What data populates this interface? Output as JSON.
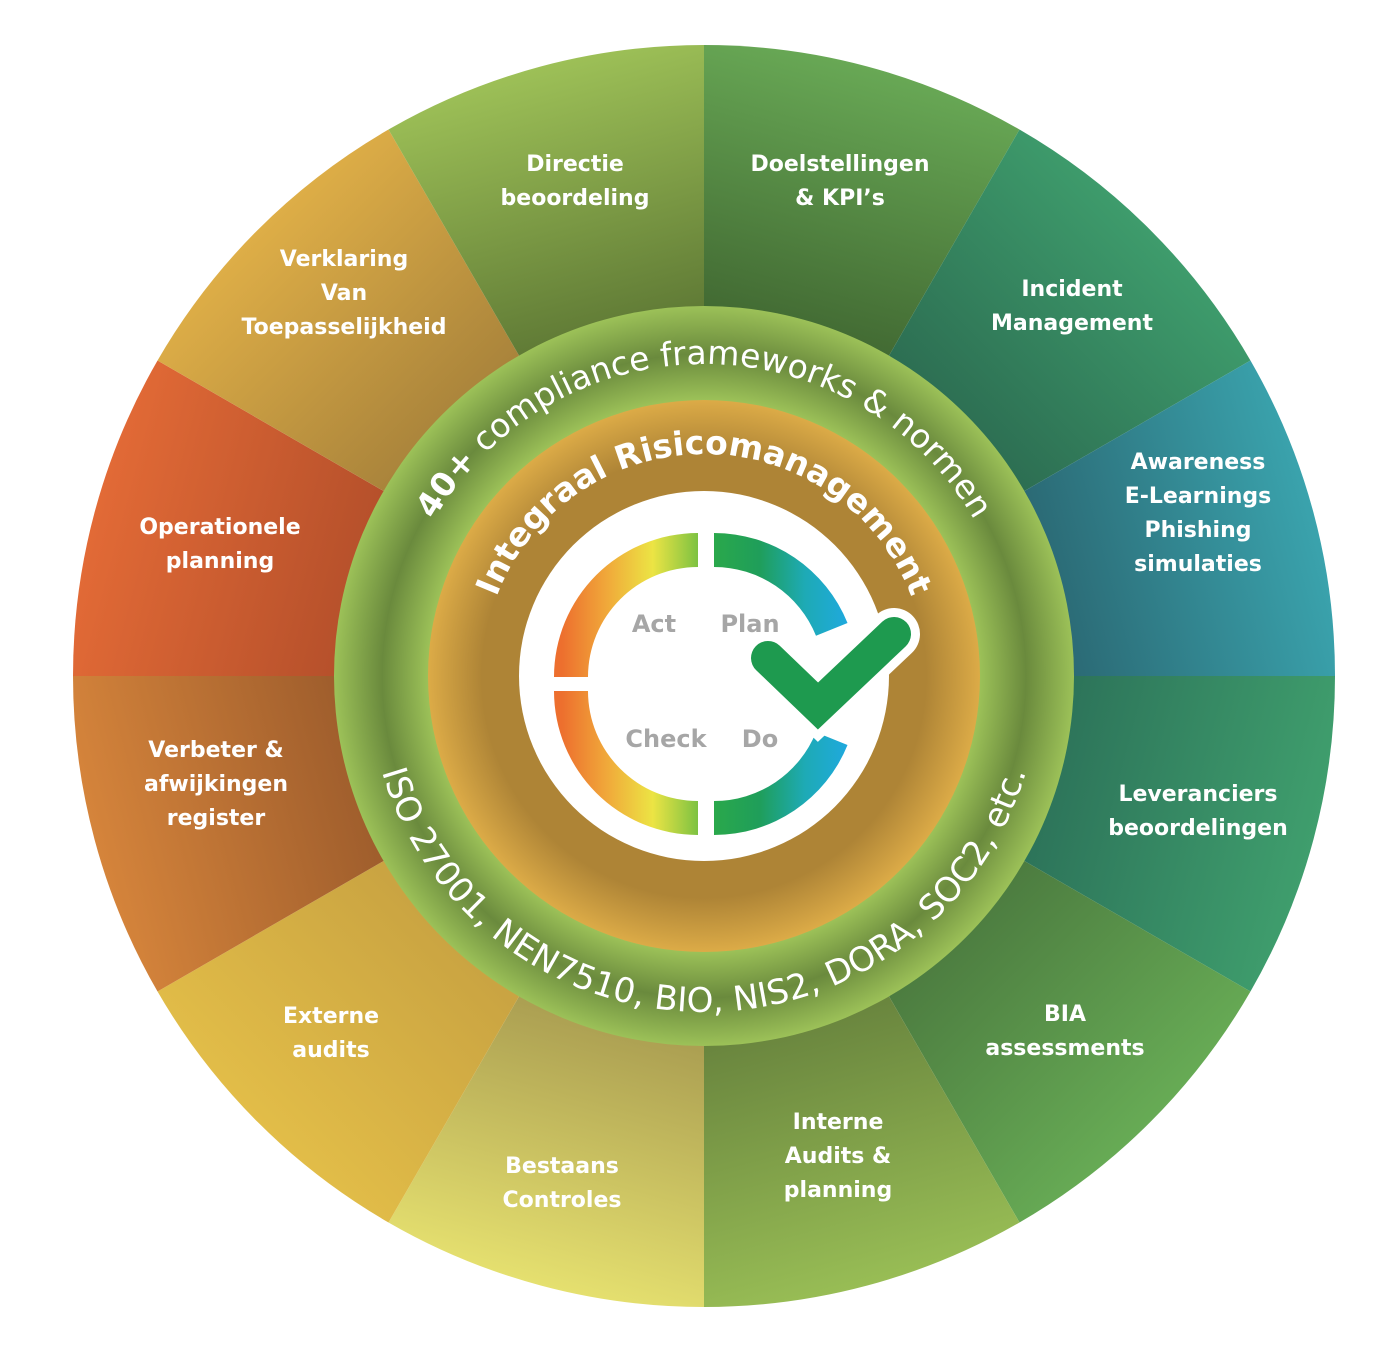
{
  "diagram": {
    "title": "Integraal Risicomanagement",
    "outer_ring_top_text": "40+ compliance frameworks & normen",
    "outer_ring_top_bold_prefix": "40+",
    "outer_ring_bottom_text": "ISO 27001, NEN7510, BIO, NIS2, DORA, SOC2, etc.",
    "inner_ring_text": "Integraal Risicomanagement",
    "pdca": {
      "labels": {
        "act": "Act",
        "plan": "Plan",
        "check": "Check",
        "do": "Do"
      },
      "icon": "checkmark-icon",
      "check_color": "#1e9a4f"
    },
    "segments": [
      {
        "id": "doelstellingen",
        "lines": [
          "Doelstellingen",
          "& KPI’s"
        ],
        "outer": "#68a855",
        "inner": "#3f6530"
      },
      {
        "id": "incident",
        "lines": [
          "Incident",
          "Management"
        ],
        "outer": "#3e9c6c",
        "inner": "#2b6a50"
      },
      {
        "id": "awareness",
        "lines": [
          "Awareness",
          "E-Learnings",
          "Phishing",
          "simulaties"
        ],
        "outer": "#3aa3ad",
        "inner": "#2a6570"
      },
      {
        "id": "leveranciers",
        "lines": [
          "Leveranciers",
          "beoordelingen"
        ],
        "outer": "#3f9e6d",
        "inner": "#2b7058"
      },
      {
        "id": "bia",
        "lines": [
          "BIA",
          "assessments"
        ],
        "outer": "#67ab55",
        "inner": "#4a783e"
      },
      {
        "id": "interne-audits",
        "lines": [
          "Interne",
          "Audits &",
          "planning"
        ],
        "outer": "#98bd55",
        "inner": "#65803c"
      },
      {
        "id": "bestaans",
        "lines": [
          "Bestaans",
          "Controles"
        ],
        "outer": "#e5e06f",
        "inner": "#a6994f"
      },
      {
        "id": "externe-audits",
        "lines": [
          "Externe",
          "audits"
        ],
        "outer": "#e2bd48",
        "inner": "#c7a141"
      },
      {
        "id": "verbeter",
        "lines": [
          "Verbeter &",
          "afwijkingen",
          "register"
        ],
        "outer": "#d5843b",
        "inner": "#9a5a2b"
      },
      {
        "id": "operationele",
        "lines": [
          "Operationele",
          "planning"
        ],
        "outer": "#e26a36",
        "inner": "#b24e2a"
      },
      {
        "id": "verklaring",
        "lines": [
          "Verklaring",
          "Van",
          "Toepasselijkheid"
        ],
        "outer": "#deae47",
        "inner": "#a5803a"
      },
      {
        "id": "directie",
        "lines": [
          "Directie",
          "beoordeling"
        ],
        "outer": "#9dc057",
        "inner": "#5b7533"
      }
    ],
    "colors": {
      "green_ring_light": "#9cc158",
      "green_ring_dark": "#6a8a3d",
      "orange_ring_light": "#dcab47",
      "orange_ring_dark": "#ae8436",
      "center": "#ffffff",
      "act_check_gradient": [
        "#ed6f2e",
        "#f0a93a",
        "#ece444",
        "#7dc242"
      ],
      "plan_do_gradient": [
        "#2aa84b",
        "#1f9e5a",
        "#1eaab5",
        "#1fa9e0"
      ]
    }
  }
}
